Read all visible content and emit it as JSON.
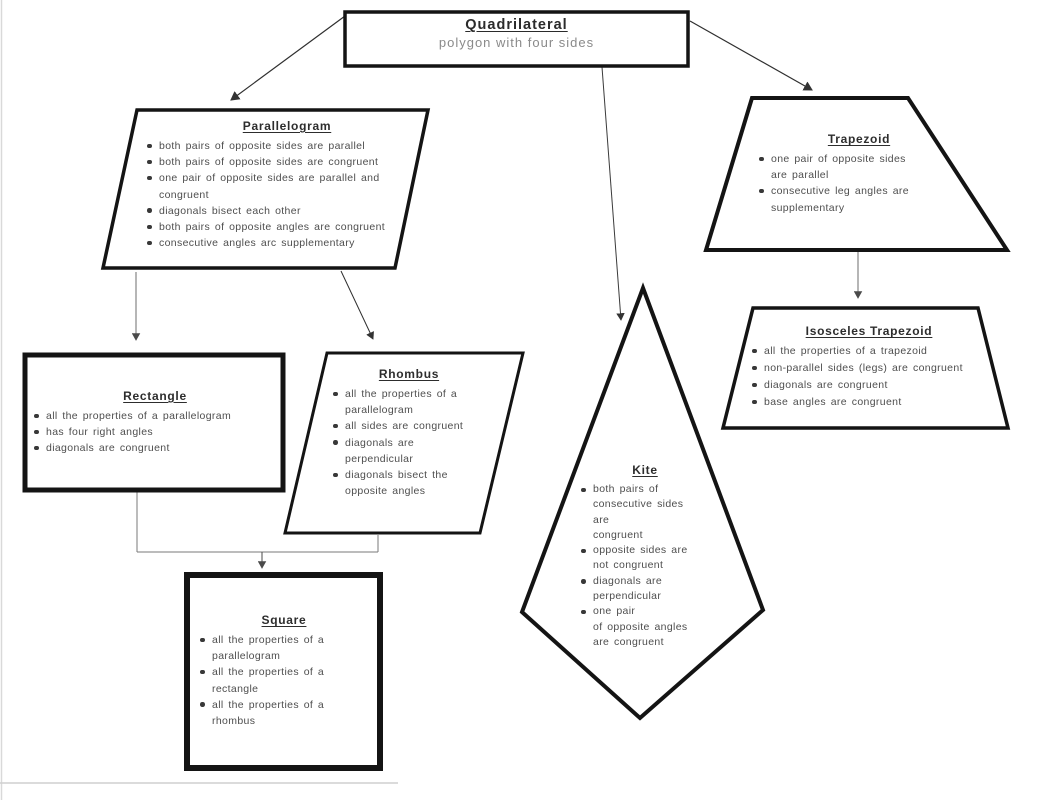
{
  "colors": {
    "ink": "#141414",
    "body_text": "#4e4e4e",
    "subtitle_gray": "#8a8a8a",
    "connector_gray": "#6e6e6e",
    "background": "#ffffff"
  },
  "root": {
    "title": "Quadrilateral",
    "subtitle": "polygon with four sides"
  },
  "nodes": {
    "parallelogram": {
      "title": "Parallelogram",
      "bullets": [
        "both pairs of opposite sides are parallel",
        "both pairs of opposite sides are congruent",
        "one pair of opposite sides are parallel and\ncongruent",
        "diagonals bisect each other",
        "both pairs of opposite angles are congruent",
        "consecutive angles arc supplementary"
      ]
    },
    "trapezoid": {
      "title": "Trapezoid",
      "bullets": [
        "one pair of opposite sides\nare parallel",
        "consecutive leg angles are\nsupplementary"
      ]
    },
    "rectangle": {
      "title": "Rectangle",
      "bullets": [
        "all the properties of a parallelogram",
        "has four right angles",
        "diagonals are congruent"
      ]
    },
    "rhombus": {
      "title": "Rhombus",
      "bullets": [
        "all the properties of a\nparallelogram",
        "all sides are congruent",
        "diagonals are\nperpendicular",
        "diagonals bisect the\nopposite angles"
      ]
    },
    "square": {
      "title": "Square",
      "bullets": [
        "all the properties of a\nparallelogram",
        "all the properties of a\nrectangle",
        "all the properties of a\nrhombus"
      ]
    },
    "kite": {
      "title": "Kite",
      "bullets": [
        "both pairs of\nconsecutive sides\nare\ncongruent",
        "opposite sides are\nnot congruent",
        "diagonals are\nperpendicular",
        "one pair\nof opposite angles\nare congruent"
      ]
    },
    "isosceles_trapezoid": {
      "title": "Isosceles Trapezoid",
      "bullets": [
        "all the properties of a trapezoid",
        "non-parallel sides (legs) are congruent",
        "diagonals are congruent",
        "base angles are congruent"
      ]
    }
  }
}
